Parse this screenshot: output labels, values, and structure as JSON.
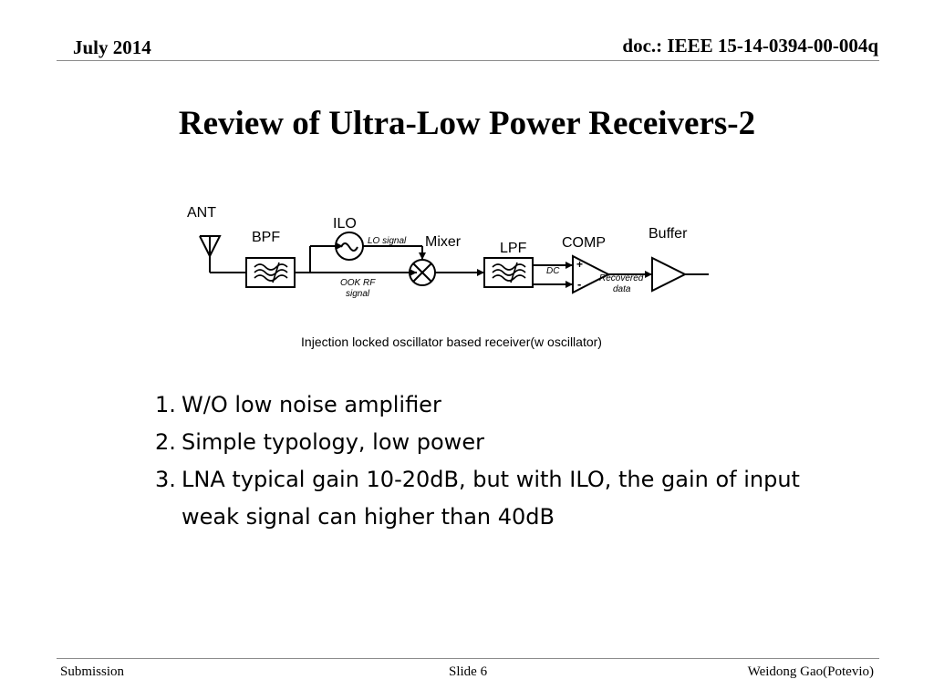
{
  "header": {
    "date": "July  2014",
    "doc_id": "doc.: IEEE 15-14-0394-00-004q"
  },
  "title": "Review of Ultra-Low Power Receivers-2",
  "diagram": {
    "labels": {
      "ant": "ANT",
      "bpf": "BPF",
      "ilo": "ILO",
      "lo_signal": "LO signal",
      "mixer": "Mixer",
      "lpf": "LPF",
      "comp": "COMP",
      "buffer": "Buffer",
      "ook_line1": "OOK RF",
      "ook_line2": "signal",
      "dc": "DC",
      "plus": "+",
      "minus": "-",
      "recovered_line1": "Recovered",
      "recovered_line2": "data"
    }
  },
  "caption": "Injection locked oscillator based receiver(w oscillator)",
  "points": [
    {
      "num": "1.",
      "text": "W/O low noise amplifier"
    },
    {
      "num": "2.",
      "text": "Simple typology, low power"
    },
    {
      "num": "3.",
      "text": "LNA typical gain 10-20dB, but with ILO, the gain of input weak signal can higher than 40dB"
    }
  ],
  "footer": {
    "left": "Submission",
    "center": "Slide 6",
    "right": "Weidong Gao(Potevio)"
  }
}
